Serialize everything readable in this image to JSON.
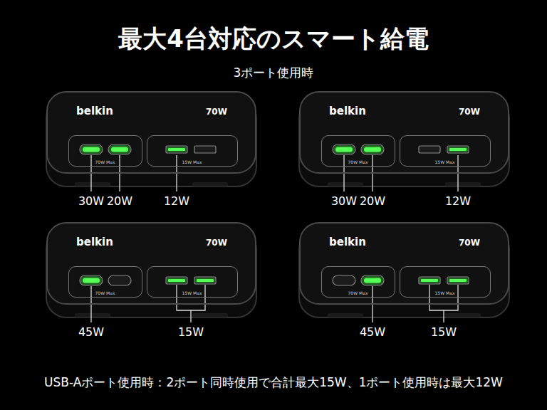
{
  "diagram": {
    "title": "最大4台対応のスマート給電",
    "caption": "USB-Aポート使用時：2ポート同時使用で合計最大15W、1ポート使用時は最大12W",
    "nodes": [
      {
        "text": [
          "belkin",
          "70W"
        ]
      },
      {
        "text": [
          "70W Max"
        ],
        "in": 0
      },
      {
        "text": [
          "15W Max"
        ],
        "in": 0
      },
      {
        "text": [
          "belkin",
          "70W"
        ]
      },
      {
        "text": [
          "70W Max"
        ],
        "in": 3
      },
      {
        "text": [
          "15W Max"
        ],
        "in": 3
      },
      {
        "text": [
          "belkin",
          "70W"
        ]
      },
      {
        "text": [
          "70W Max"
        ],
        "in": 6
      },
      {
        "text": [
          "15W Max"
        ],
        "in": 6
      },
      {
        "text": [
          "belkin",
          "70W"
        ]
      },
      {
        "text": [
          "70W Max"
        ],
        "in": 9
      },
      {
        "text": [
          "15W Max"
        ],
        "in": 9
      }
    ],
    "labels": [
      "3ポート使用時",
      "30W",
      "20W",
      "12W",
      "30W",
      "20W",
      "12W",
      "45W",
      "15W",
      "45W",
      "15W"
    ]
  }
}
